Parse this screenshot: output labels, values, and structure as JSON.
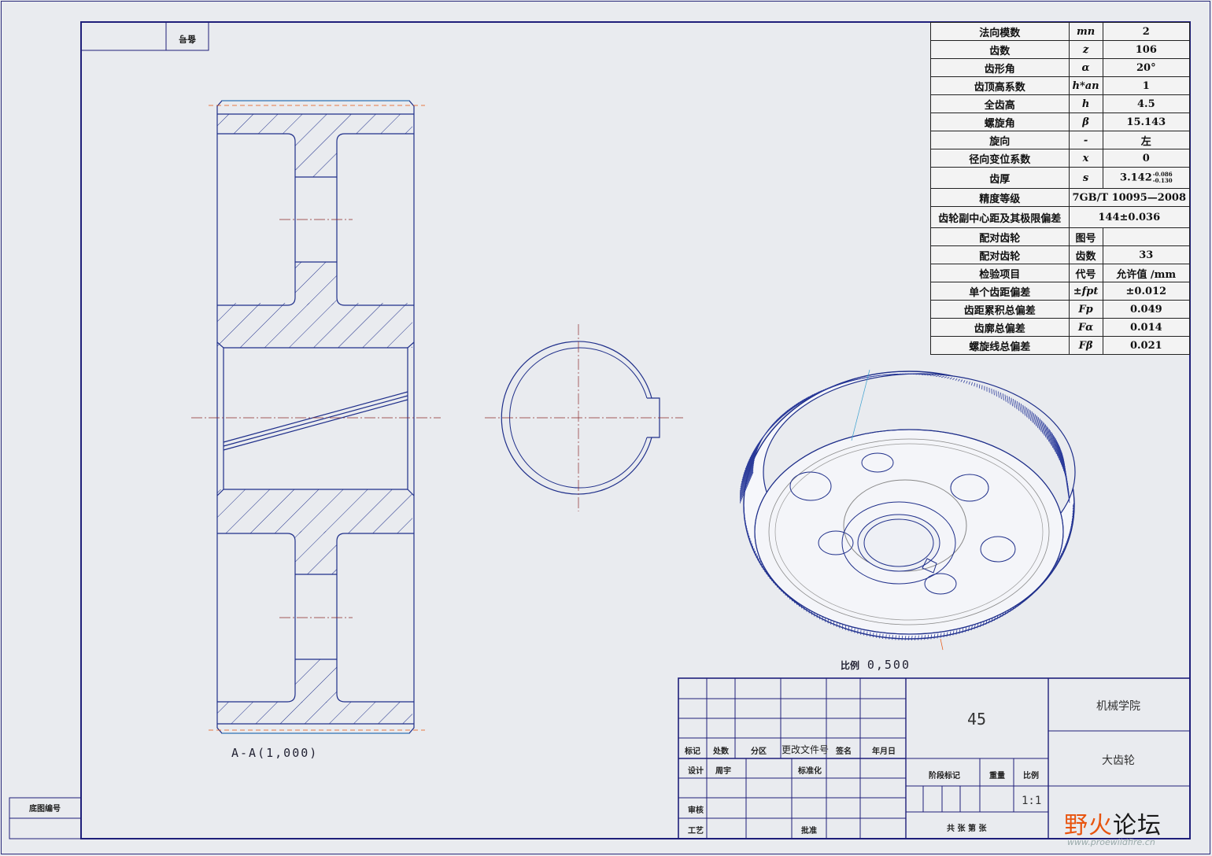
{
  "corner_label": "备号",
  "side_label": "底图编号",
  "views": {
    "section_label": "A-A(1,000)",
    "iso_scale_prefix": "比例",
    "iso_scale_value": "0,500"
  },
  "param_table": {
    "rows": [
      {
        "name": "法向模数",
        "symbol": "mn",
        "value": "2"
      },
      {
        "name": "齿数",
        "symbol": "z",
        "value": "106"
      },
      {
        "name": "齿形角",
        "symbol": "α",
        "value": "20°"
      },
      {
        "name": "齿顶高系数",
        "symbol": "h*an",
        "value": "1"
      },
      {
        "name": "全齿高",
        "symbol": "h",
        "value": "4.5"
      },
      {
        "name": "螺旋角",
        "symbol": "β",
        "value": "15.143"
      },
      {
        "name": "旋向",
        "symbol": "-",
        "value": "左"
      },
      {
        "name": "径向变位系数",
        "symbol": "x",
        "value": "0"
      },
      {
        "name": "齿厚",
        "symbol": "s",
        "value": "3.142",
        "value_upper": "-0.086",
        "value_lower": "-0.130"
      },
      {
        "name": "精度等级",
        "symbol": "",
        "value": "7GB/T 10095—2008"
      },
      {
        "name": "齿轮副中心距及其极限偏差",
        "symbol": "",
        "value": "144±0.036"
      },
      {
        "name": "配对齿轮",
        "symbol": "图号",
        "value": ""
      },
      {
        "name": "配对齿轮",
        "symbol": "齿数",
        "value": "33"
      },
      {
        "name": "检验项目",
        "symbol": "代号",
        "value": "允许值 /mm"
      },
      {
        "name": "单个齿距偏差",
        "symbol": "±fpt",
        "value": "±0.012"
      },
      {
        "name": "齿距累积总偏差",
        "symbol": "Fp",
        "value": "0.049"
      },
      {
        "name": "齿廓总偏差",
        "symbol": "Fα",
        "value": "0.014"
      },
      {
        "name": "螺旋线总偏差",
        "symbol": "Fβ",
        "value": "0.021"
      }
    ]
  },
  "title_block": {
    "material": "45",
    "school": "机械学院",
    "part_name": "大齿轮",
    "scale": "1:1",
    "headers": {
      "mark": "标记",
      "count": "处数",
      "zone": "分区",
      "change_doc": "更改文件号",
      "sign": "签名",
      "date": "年月日",
      "design": "设计",
      "designer": "周宇",
      "standardize": "标准化",
      "review": "审核",
      "process": "工艺",
      "approve": "批准",
      "stage_mark": "阶段标记",
      "weight": "重量",
      "ratio": "比例",
      "sheets": "共  张  第  张"
    }
  },
  "watermark": {
    "main_1": "野火",
    "main_2": "论坛",
    "url": "www.proewildfire.cn"
  },
  "colors": {
    "drawing_line": "#1f2f8a",
    "frame_line": "#1f1f7a",
    "centerline": "#8a2a2a",
    "accent_orange": "#e8540f"
  }
}
